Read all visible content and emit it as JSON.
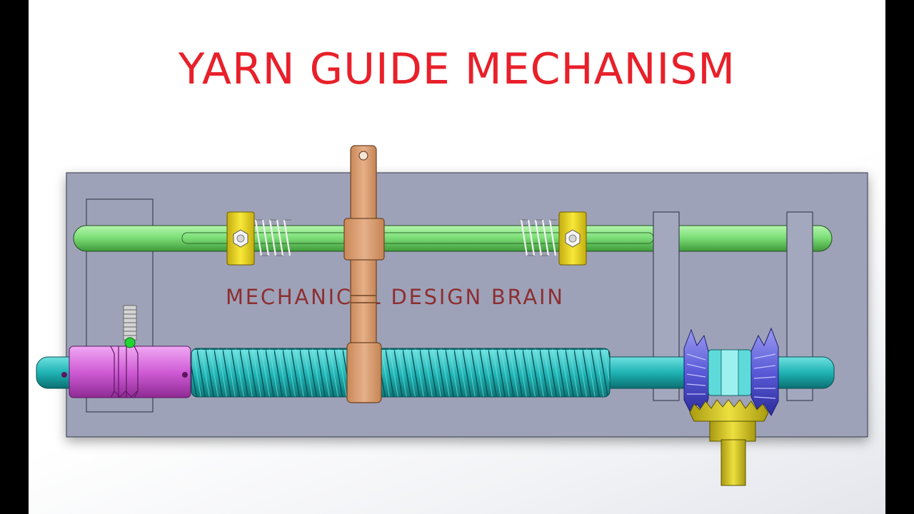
{
  "title": "YARN GUIDE MECHANISM",
  "watermark": "MECHANICAL DESIGN BRAIN",
  "colors": {
    "title": "#e8202a",
    "base_plate": "#9ea2b8",
    "guide_rod": "#7fe07a",
    "screw_shaft": "#1fb3b3",
    "collar": "#f0dc1e",
    "lever": "#d89a6c",
    "nut": "#d05cd6",
    "bevel_gear": "#5a5ad8",
    "pinion": "#d8c82a",
    "watermark": "#8a1a1a"
  },
  "parts": [
    "base-plate",
    "guide-rod",
    "spring-left",
    "spring-right",
    "collar-left",
    "collar-right",
    "lever-arm",
    "screw-shaft",
    "screw-nut",
    "support-left",
    "support-right",
    "bevel-gear-left",
    "bevel-gear-right",
    "pinion-gear",
    "output-shaft",
    "detent-spring"
  ]
}
